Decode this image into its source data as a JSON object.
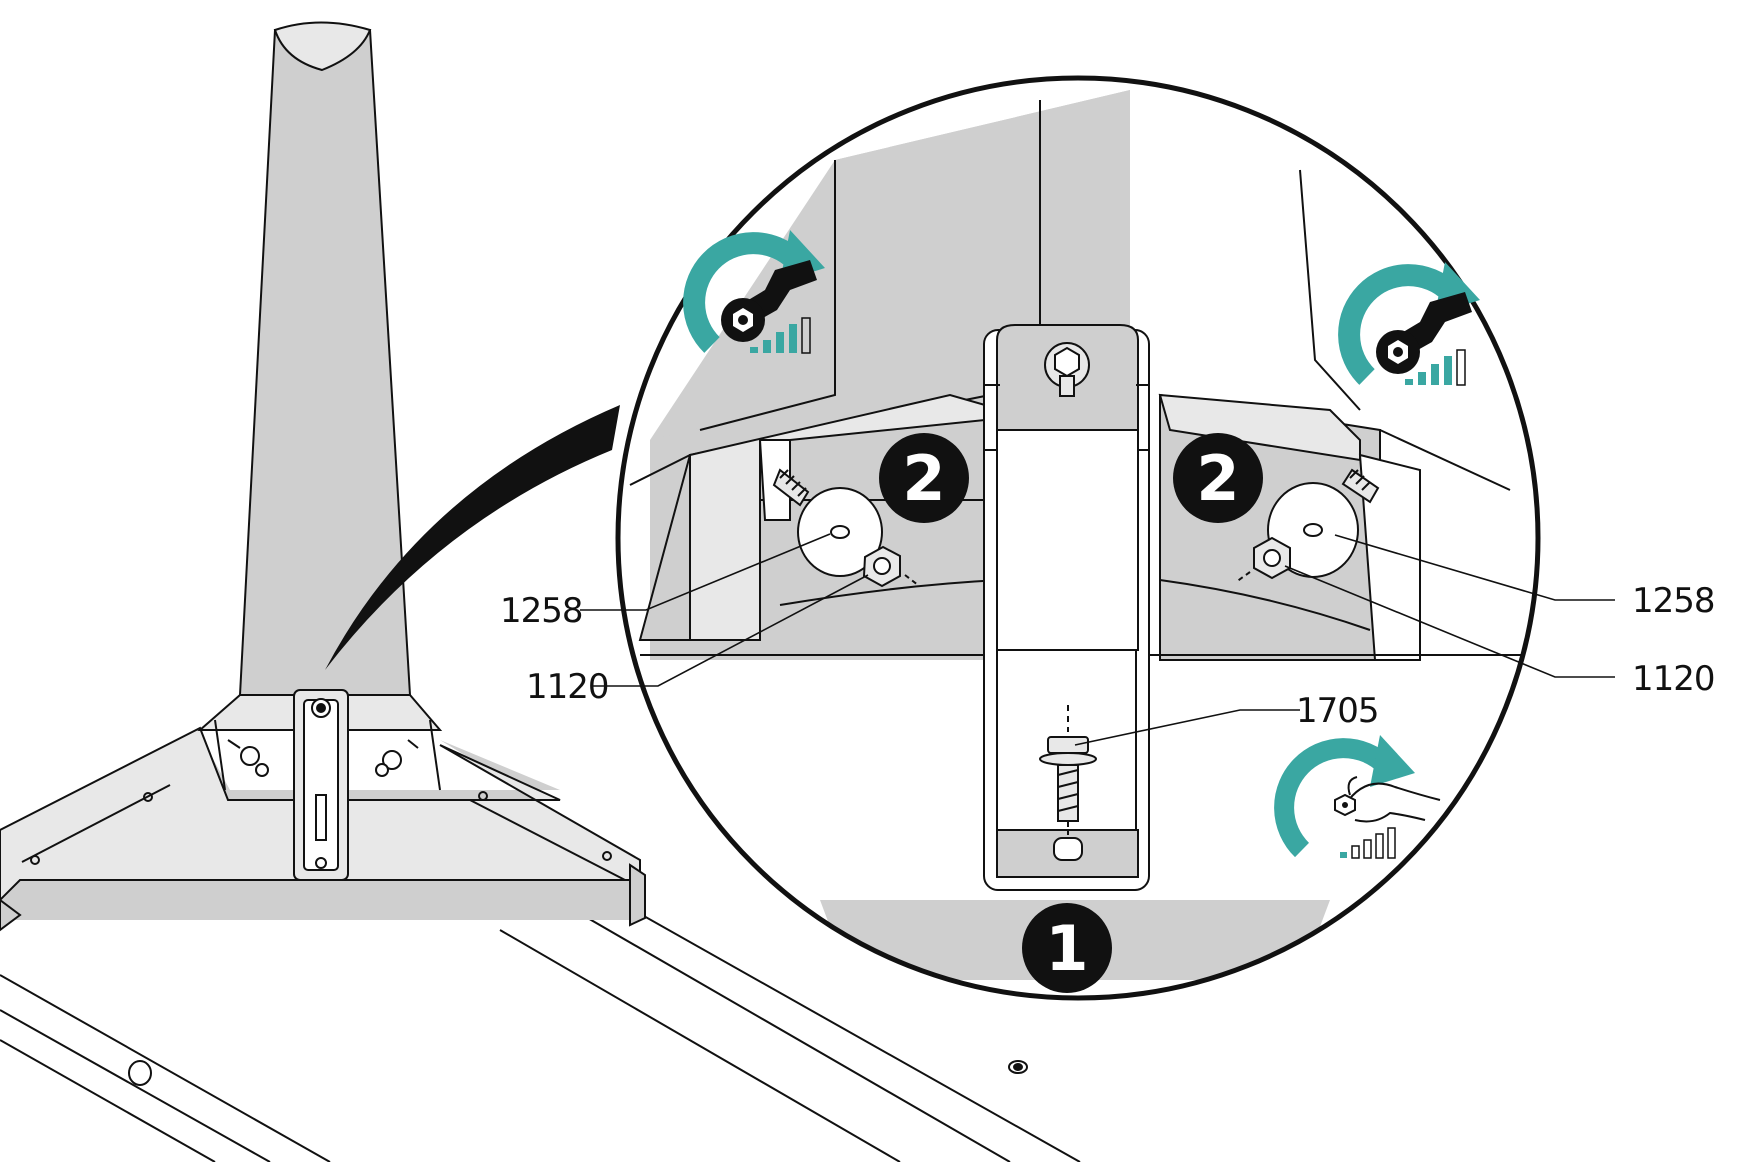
{
  "colors": {
    "line": "#111111",
    "fill_gray": "#cfcfcf",
    "fill_light": "#e6e6e6",
    "accent_teal": "#3aa7a2",
    "badge": "#111111"
  },
  "steps": {
    "step_1": "1",
    "step_2_left": "2",
    "step_2_right": "2"
  },
  "labels": {
    "washer_left": "1258",
    "nut_left": "1120",
    "washer_right": "1258",
    "nut_right": "1120",
    "bolt": "1705"
  },
  "icons": {
    "tighten_left": "wrench-tighten-icon",
    "tighten_right": "wrench-tighten-icon",
    "hand_tighten": "hand-tighten-icon"
  }
}
